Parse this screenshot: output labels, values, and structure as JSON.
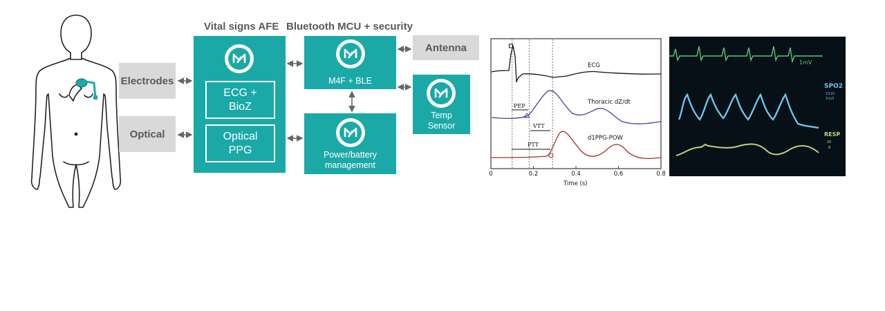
{
  "headers": {
    "afe": "Vital signs AFE",
    "mcu": "Bluetooth MCU + security"
  },
  "inputs": {
    "electrodes": "Electrodes",
    "optical": "Optical",
    "antenna": "Antenna"
  },
  "afe_blocks": {
    "ecg_bioz": "ECG +\nBioZ",
    "optical_ppg": "Optical\nPPG"
  },
  "mcu_block": {
    "label": "M4F + BLE"
  },
  "power_block": {
    "label": "Power/battery\nmanagement"
  },
  "temp_block": {
    "label": "Temp\nSensor"
  },
  "colors": {
    "teal": "#1aa9a7",
    "grey_box": "#d9d9d9",
    "header_text": "#555b60"
  },
  "chart_data": {
    "type": "line",
    "xlabel": "Time (s)",
    "xlim": [
      0,
      0.8
    ],
    "x_ticks": [
      "0",
      "0.2",
      "0.4",
      "0.6",
      "0.8"
    ],
    "series": [
      {
        "name": "ECG",
        "color": "#111111"
      },
      {
        "name": "Thoracic dZ/dt",
        "color": "#4b3f95"
      },
      {
        "name": "d1PPG-POW",
        "color": "#a0302a"
      }
    ],
    "annotations": [
      "PEP",
      "VTT",
      "PTT"
    ],
    "markers_x": [
      0.1,
      0.18,
      0.29
    ]
  },
  "monitor": {
    "labels": [
      "1mV",
      "SPO2",
      "RESP"
    ],
    "small_values": [
      "1X10",
      "1hs3",
      "20",
      "8"
    ]
  }
}
